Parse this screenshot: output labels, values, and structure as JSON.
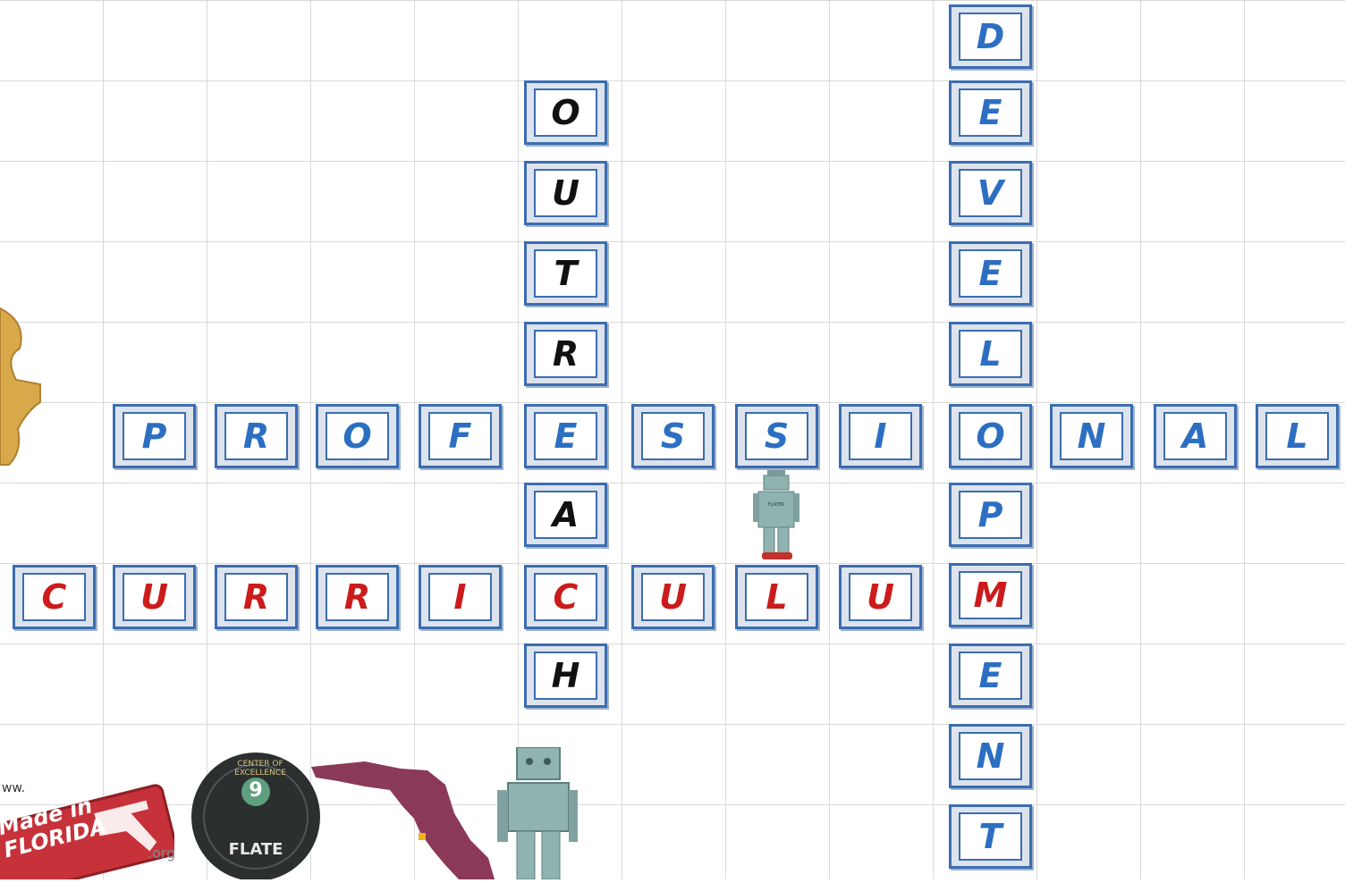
{
  "words": [
    {
      "id": "outreach",
      "color": "black",
      "letters": [
        "O",
        "U",
        "T",
        "R",
        "E",
        "A",
        "C",
        "H"
      ]
    },
    {
      "id": "development",
      "color": "blue",
      "letters": [
        "D",
        "E",
        "V",
        "E",
        "L",
        "O",
        "P",
        "M",
        "E",
        "N",
        "T"
      ]
    },
    {
      "id": "professional",
      "color": "blue",
      "letters": [
        "P",
        "R",
        "O",
        "F",
        "E",
        "S",
        "S",
        "I",
        "O",
        "N",
        "A",
        "L"
      ]
    },
    {
      "id": "curriculum",
      "color": "red",
      "letters": [
        "C",
        "U",
        "R",
        "R",
        "I",
        "C",
        "U",
        "L",
        "U",
        "M"
      ]
    }
  ],
  "badges": {
    "made_in_florida": "Made in FLORIDA",
    "flate_seal_number": "9",
    "flate_seal_name": "FLATE",
    "flate_seal_arc": "CENTER OF EXCELLENCE",
    "org_text": ".org",
    "www_text": "ww.",
    "robot_label": "FLATER"
  },
  "colors": {
    "tile_border": "#3b6db1",
    "black": "#111111",
    "blue": "#2c6fc2",
    "red": "#cc1b1b",
    "florida": "#8a3a58"
  }
}
